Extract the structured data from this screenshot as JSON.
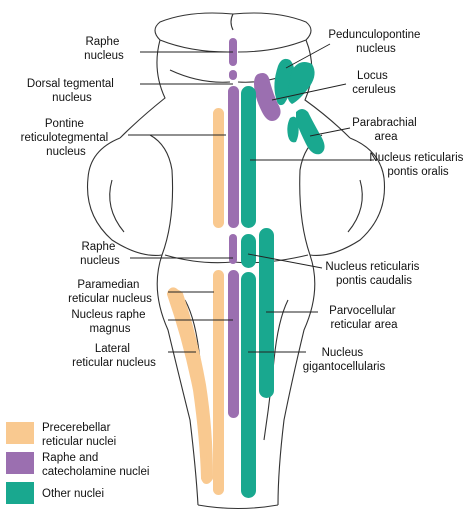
{
  "colors": {
    "precerebellar": "#f9c990",
    "raphe": "#9b6fb0",
    "other": "#19a88f",
    "outline": "#333333",
    "background": "#ffffff"
  },
  "labels": {
    "raphe_top": [
      "Raphe",
      "nucleus"
    ],
    "dorsal_tegmental": [
      "Dorsal tegmental",
      "nucleus"
    ],
    "pontine_reticulotegmental": [
      "Pontine",
      "reticulotegmental",
      "nucleus"
    ],
    "raphe_lower": [
      "Raphe",
      "nucleus"
    ],
    "paramedian": [
      "Paramedian",
      "reticular nucleus"
    ],
    "raphe_magnus": [
      "Nucleus raphe",
      "magnus"
    ],
    "lateral_reticular": [
      "Lateral",
      "reticular nucleus"
    ],
    "pedunculopontine": [
      "Pedunculopontine",
      "nucleus"
    ],
    "locus_ceruleus": [
      "Locus",
      "ceruleus"
    ],
    "parabrachial": [
      "Parabrachial",
      "area"
    ],
    "reticularis_pontis_oralis": [
      "Nucleus reticularis",
      "pontis oralis"
    ],
    "reticularis_pontis_caudalis": [
      "Nucleus reticularis",
      "pontis caudalis"
    ],
    "parvocellular": [
      "Parvocellular",
      "reticular area"
    ],
    "gigantocellularis": [
      "Nucleus",
      "gigantocellularis"
    ]
  },
  "legend": [
    {
      "label": [
        "Precerebellar",
        "reticular nuclei"
      ],
      "color": "#f9c990"
    },
    {
      "label": [
        "Raphe and",
        "catecholamine nuclei"
      ],
      "color": "#9b6fb0"
    },
    {
      "label": [
        "Other nuclei"
      ],
      "color": "#19a88f"
    }
  ]
}
